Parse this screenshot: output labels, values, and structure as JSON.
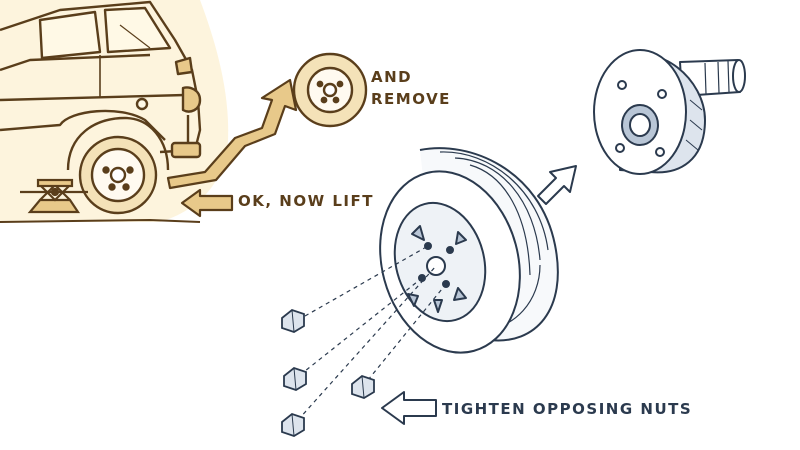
{
  "labels": {
    "and_remove_1": "AND",
    "and_remove_2": "REMOVE",
    "ok_now_lift": "OK, NOW LIFT",
    "tighten": "TIGHTEN OPPOSING NUTS"
  },
  "colors": {
    "sepia_ink": "#5a3e1b",
    "sepia_fill": "#fff4d8",
    "sepia_shade": "#c9a25a",
    "blue_ink": "#2b3a4e",
    "blue_shade": "#b9c6d6",
    "paper": "#ffffff"
  }
}
